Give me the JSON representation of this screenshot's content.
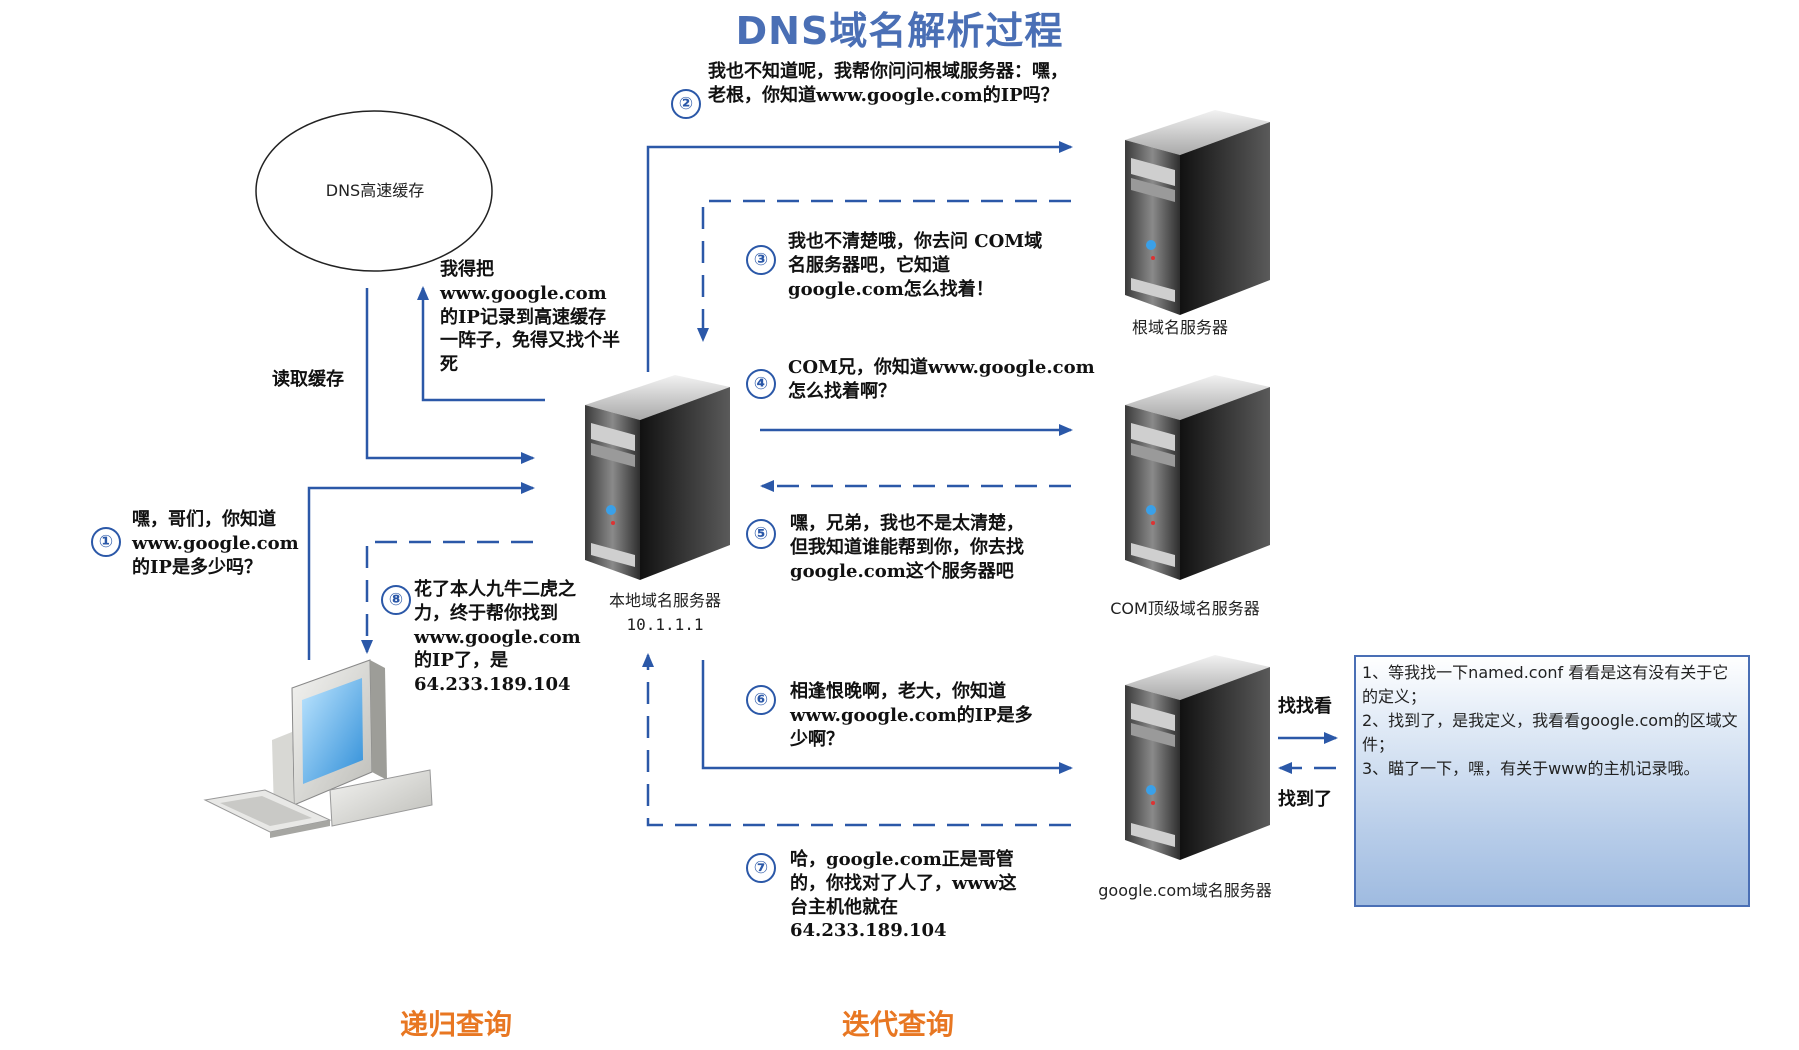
{
  "title": "DNS域名解析过程",
  "cache": {
    "label": "DNS高速缓存",
    "read_label": "读取缓存",
    "write_note": "我得把www.google.com的IP记录到高速缓存一阵子，免得又找个半死"
  },
  "servers": {
    "local": {
      "name": "本地域名服务器",
      "ip": "10.1.1.1"
    },
    "root": {
      "name": "根域名服务器"
    },
    "com": {
      "name": "COM顶级域名服务器"
    },
    "google": {
      "name": "google.com域名服务器"
    }
  },
  "steps": [
    {
      "num": "①",
      "text": "嘿，哥们，你知道www.google.com的IP是多少吗？"
    },
    {
      "num": "②",
      "text": "我也不知道呢，我帮你问问根域服务器：嘿，老根，你知道www.google.com的IP吗？"
    },
    {
      "num": "③",
      "text": "我也不清楚哦，你去问 COM域名服务器吧，它知道google.com怎么找着！"
    },
    {
      "num": "④",
      "text": "COM兄，你知道www.google.com怎么找着啊？"
    },
    {
      "num": "⑤",
      "text": "嘿，兄弟，我也不是太清楚，但我知道谁能帮到你，你去找google.com这个服务器吧"
    },
    {
      "num": "⑥",
      "text": "相逢恨晚啊，老大，你知道www.google.com的IP是多少啊？"
    },
    {
      "num": "⑦",
      "text": "哈，google.com正是哥管的，你找对了人了，www这台主机他就在64.233.189.104"
    },
    {
      "num": "⑧",
      "text": "花了本人九牛二虎之力，终于帮你找到www.google.com的IP了，是64.233.189.104"
    }
  ],
  "lookup": {
    "find_label": "找找看",
    "found_label": "找到了",
    "notes": [
      "1、等我找一下named.conf 看看是这有没有关于它的定义；",
      "2、找到了，是我定义，我看看google.com的区域文件；",
      "3、瞄了一下，嘿，有关于www的主机记录哦。"
    ]
  },
  "bottom": {
    "recursive": "递归查询",
    "iterative": "迭代查询"
  },
  "colors": {
    "arrow": "#2b58a8",
    "title": "#4a6fb5",
    "bottom": "#e87722"
  }
}
